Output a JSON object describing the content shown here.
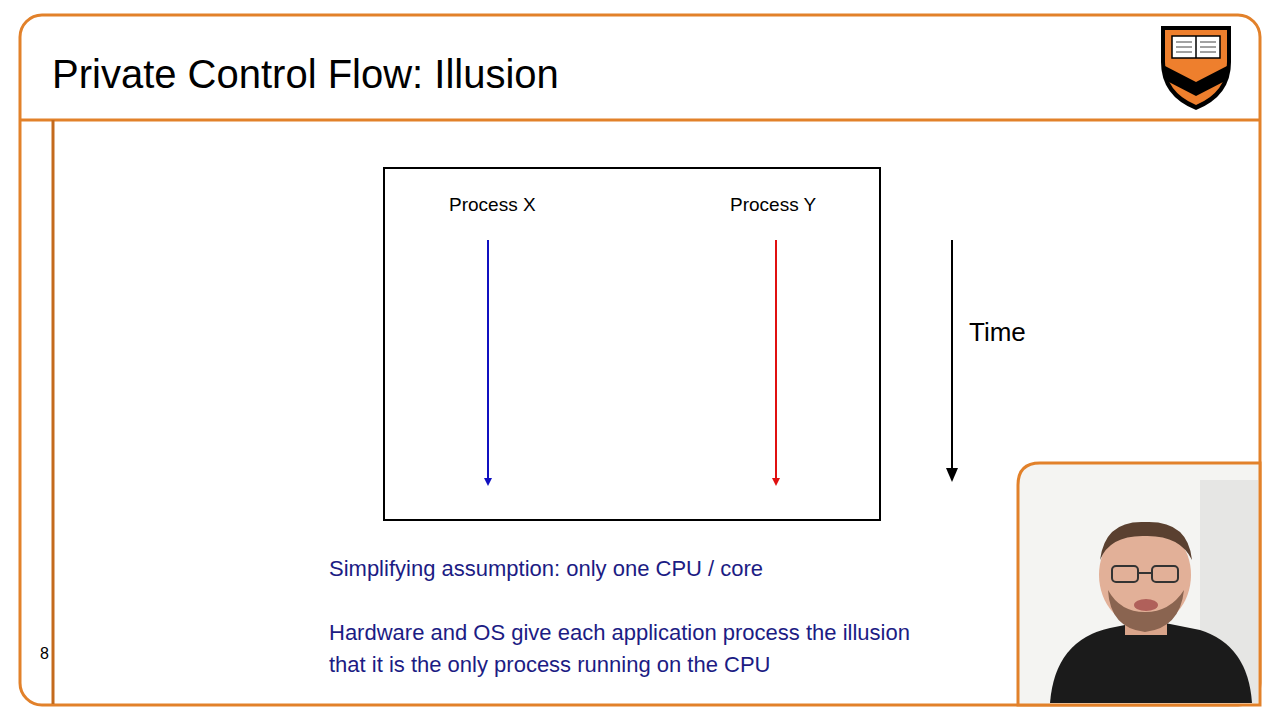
{
  "diagram": {
    "title": "Private Control Flow: Illusion",
    "nodes": [
      {
        "text": [
          "Process X",
          "Process Y"
        ]
      }
    ],
    "labels": [
      "Time",
      "Simplifying assumption: only one CPU / core",
      "Hardware and OS give each application process the illusion that it is the only process running on the CPU",
      "8"
    ]
  }
}
